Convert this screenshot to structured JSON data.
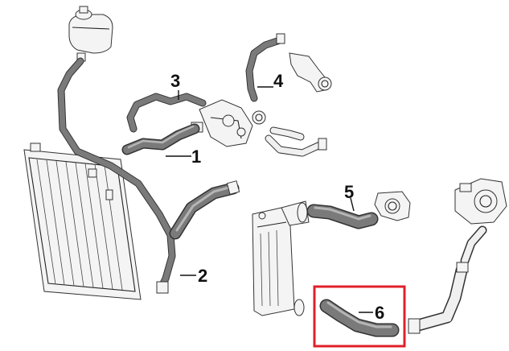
{
  "diagram": {
    "callouts": [
      {
        "id": "1",
        "text": "1"
      },
      {
        "id": "2",
        "text": "2"
      },
      {
        "id": "3",
        "text": "3"
      },
      {
        "id": "4",
        "text": "4"
      },
      {
        "id": "5",
        "text": "5"
      },
      {
        "id": "6",
        "text": "6"
      }
    ],
    "highlighted_callout": "6",
    "colors": {
      "highlight_box": "#e0202a",
      "hose": "#7a7a7a",
      "line": "#222222"
    }
  }
}
